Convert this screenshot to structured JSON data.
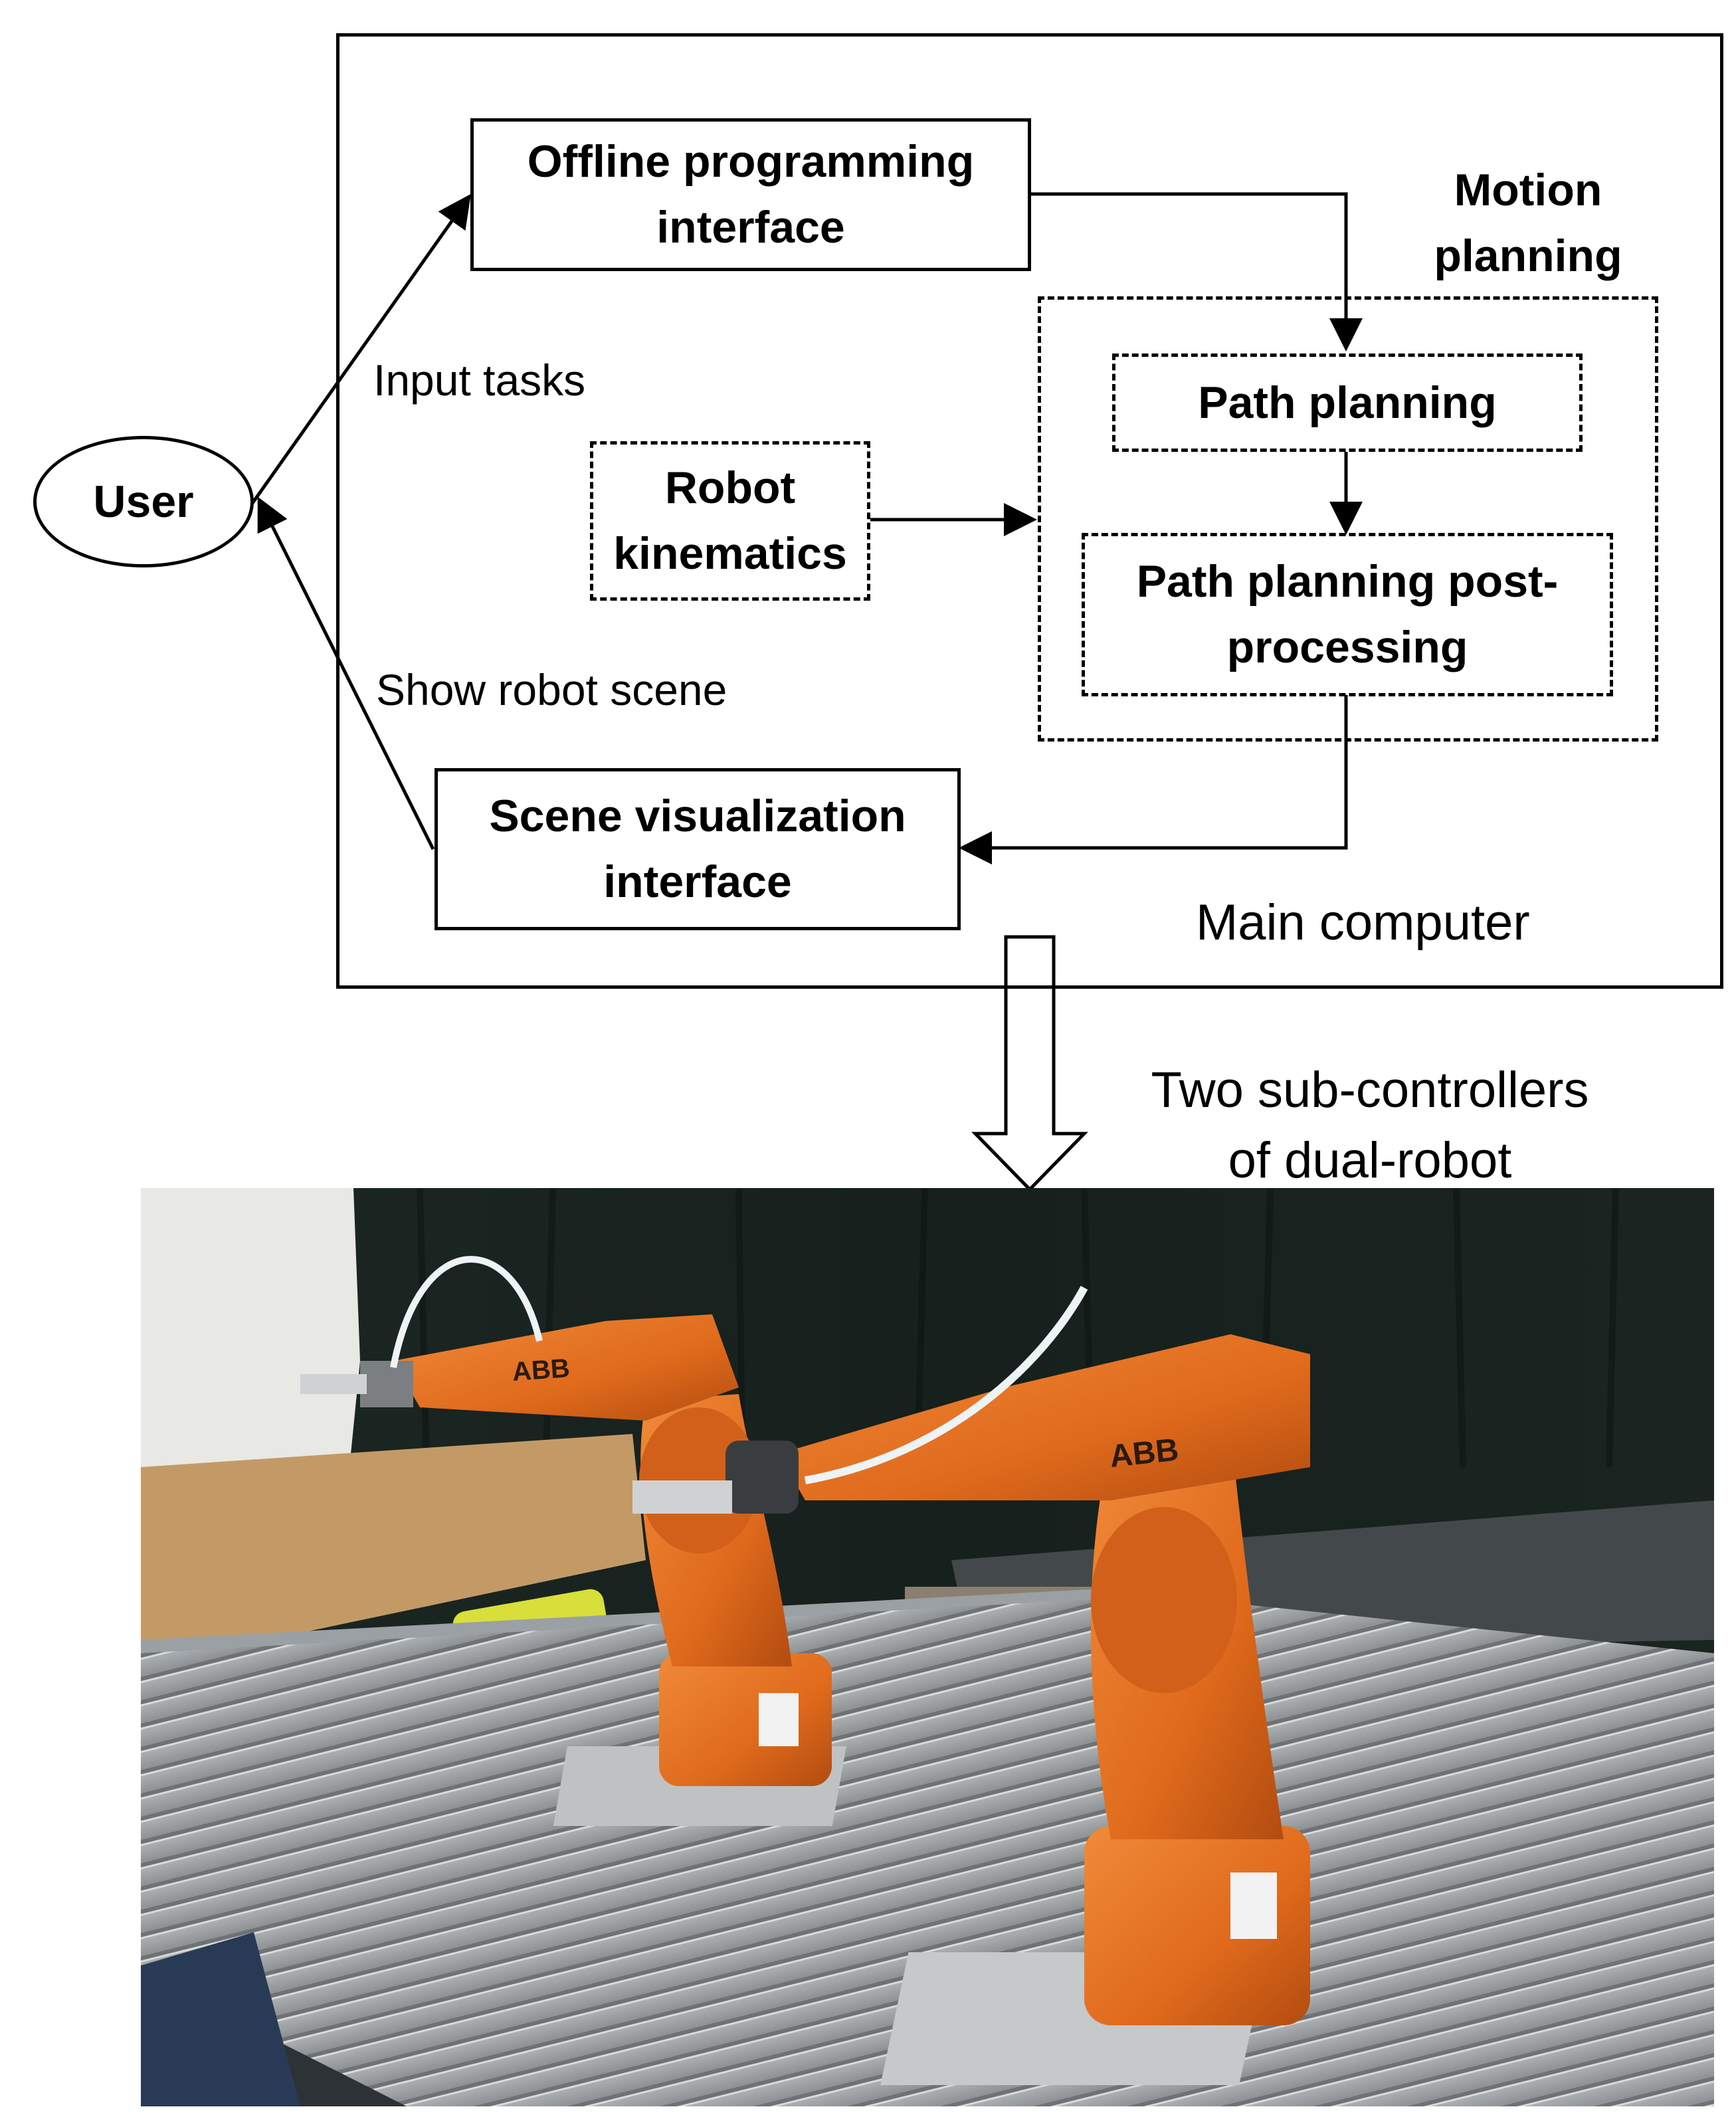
{
  "diagram": {
    "user": "User",
    "offline_interface": "Offline programming\ninterface",
    "motion_planning_title": "Motion\nplanning",
    "path_planning": "Path planning",
    "robot_kinematics": "Robot\nkinematics",
    "post_processing": "Path planning post-\nprocessing",
    "scene_interface": "Scene visualization\ninterface",
    "main_computer": "Main computer",
    "input_tasks": "Input tasks",
    "show_scene": "Show robot scene",
    "sub_controllers": "Two sub-controllers\nof dual-robot"
  },
  "photo": {
    "logo_left": "ABB",
    "logo_right": "ABB",
    "robot_color": "#e06a1c",
    "curtain_color": "#1e2a24"
  }
}
